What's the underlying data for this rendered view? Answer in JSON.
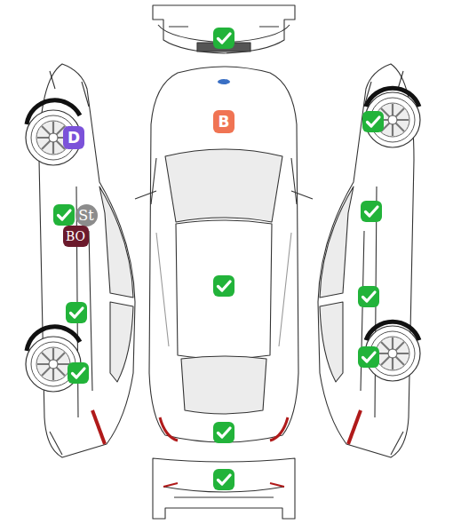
{
  "diagram": {
    "nodes": [
      {
        "text": [
          "B"
        ]
      },
      {
        "text": [
          "D"
        ]
      },
      {
        "text": [
          "St"
        ]
      },
      {
        "text": [
          "BO"
        ]
      }
    ]
  }
}
